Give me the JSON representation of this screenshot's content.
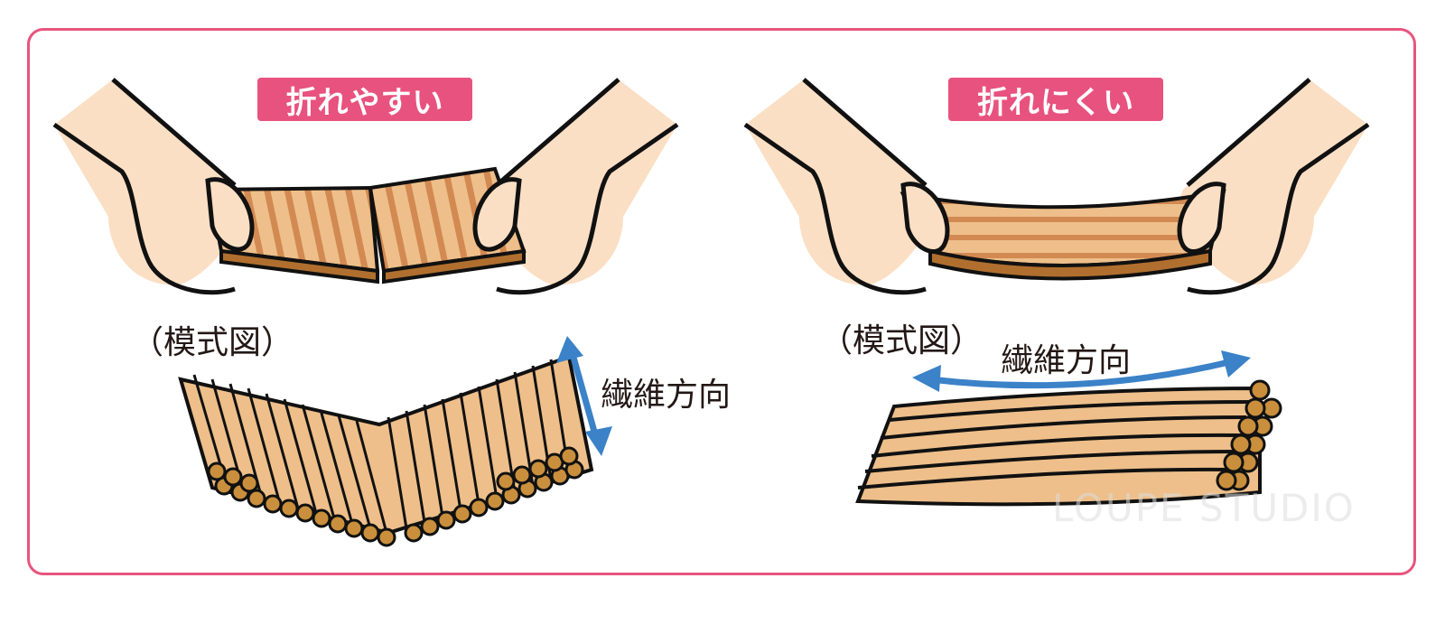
{
  "left_panel": {
    "badge": "折れやすい",
    "schematic_label": "（模式図）",
    "fiber_label": "繊維方向"
  },
  "right_panel": {
    "badge": "折れにくい",
    "schematic_label": "（模式図）",
    "fiber_label": "繊維方向"
  },
  "watermark": "LOUPE STUDIO",
  "colors": {
    "frame": "#e8547f",
    "badge": "#e8527e",
    "skin": "#fbdfc4",
    "wood_light": "#eebf8a",
    "wood_stripe": "#d28a52",
    "wood_edge": "#b06f2e",
    "fiber_end": "#c98f3c",
    "arrow": "#3b82c8",
    "outline": "#111111"
  }
}
